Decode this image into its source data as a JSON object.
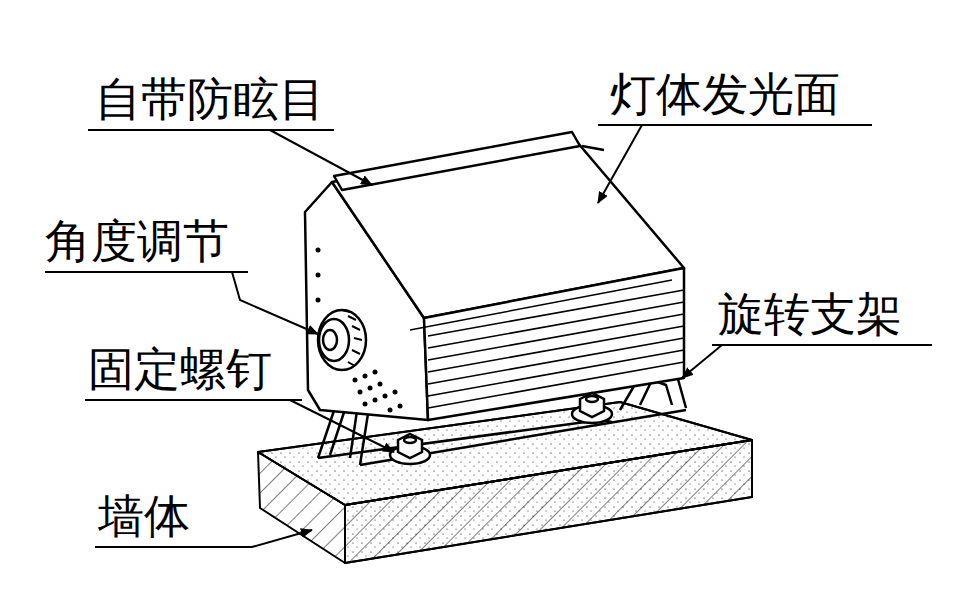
{
  "diagram": {
    "labels": [
      "自带防眩目",
      "灯体发光面",
      "角度调节",
      "固定螺钉",
      "旋转支架",
      "墙体"
    ]
  }
}
